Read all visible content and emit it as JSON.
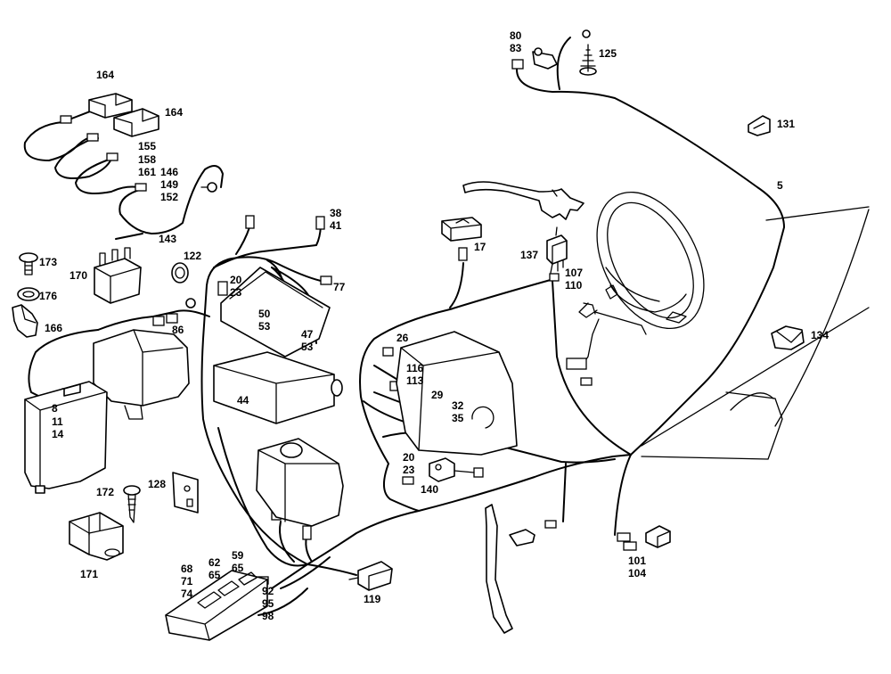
{
  "diagram": {
    "callouts": {
      "c80": "80",
      "c83": "83",
      "c125": "125",
      "c164a": "164",
      "c164b": "164",
      "c131": "131",
      "c5": "5",
      "c155": "155",
      "c158": "158",
      "c161": "161",
      "c146": "146",
      "c149": "149",
      "c152": "152",
      "c143": "143",
      "c38": "38",
      "c41": "41",
      "c173": "173",
      "c122": "122",
      "c170": "170",
      "c176": "176",
      "c166": "166",
      "c20a": "20",
      "c23a": "23",
      "c77": "77",
      "c17": "17",
      "c137": "137",
      "c107": "107",
      "c110": "110",
      "c50": "50",
      "c53a": "53",
      "c47": "47",
      "c53b": "53",
      "c86": "86",
      "c26": "26",
      "c134": "134",
      "c116": "116",
      "c113": "113",
      "c29": "29",
      "c32": "32",
      "c35": "35",
      "c44": "44",
      "c8": "8",
      "c11": "11",
      "c14": "14",
      "c20b": "20",
      "c23b": "23",
      "c140": "140",
      "c172": "172",
      "c128": "128",
      "c171": "171",
      "c59": "59",
      "c62": "62",
      "c65a": "65",
      "c65b": "65",
      "c68": "68",
      "c71": "71",
      "c74": "74",
      "c92": "92",
      "c95": "95",
      "c98": "98",
      "c119": "119",
      "c101": "101",
      "c104": "104"
    }
  }
}
